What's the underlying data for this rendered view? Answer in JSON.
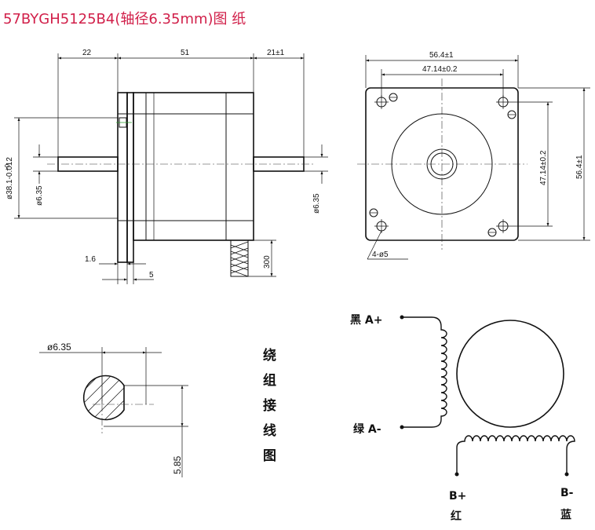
{
  "title": "57BYGH5125B4(轴径6.35mm)图 纸",
  "side_view": {
    "dim_front_shaft": "22",
    "dim_body": "51",
    "dim_rear_shaft": "21±1",
    "dim_pilot_dia": "ø38.1-0.012",
    "dim_pilot_tol_upper": "+0",
    "dim_shaft_dia_left": "ø6.35",
    "dim_shaft_dia_right": "ø6.35",
    "dim_flange": "1.6",
    "dim_pilot_len": "5",
    "dim_lead": "300"
  },
  "front_view": {
    "dim_width": "56.4±1",
    "dim_hole_spacing_h": "47.14±0.2",
    "dim_hole_spacing_v": "47.14±0.2",
    "dim_height": "56.4±1",
    "dim_holes": "4-ø5"
  },
  "shaft_section": {
    "dim_dia": "ø6.35",
    "dim_flat": "5.85"
  },
  "wiring": {
    "heading": [
      "绕",
      "组",
      "接",
      "线",
      "图"
    ],
    "a_plus": "黑 A+",
    "a_minus": "绿 A-",
    "b_plus": "B+",
    "b_plus_color": "红",
    "b_minus": "B-",
    "b_minus_color": "蓝"
  },
  "colors": {
    "title": "#d1204a",
    "line": "#111111"
  }
}
